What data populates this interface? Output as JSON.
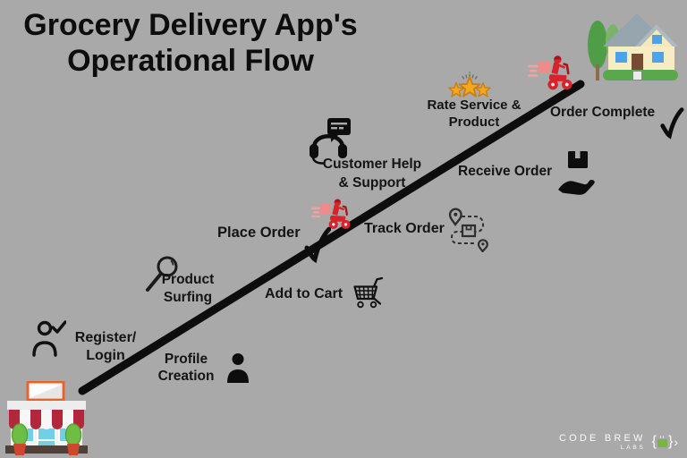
{
  "title": {
    "line1": "Grocery Delivery App's",
    "line2": "Operational Flow"
  },
  "steps": [
    {
      "name": "register-login",
      "label": "Register/\nLogin"
    },
    {
      "name": "profile-creation",
      "label": "Profile\nCreation"
    },
    {
      "name": "product-surfing",
      "label": "Product\nSurfing"
    },
    {
      "name": "add-to-cart",
      "label": "Add to Cart"
    },
    {
      "name": "place-order",
      "label": "Place Order"
    },
    {
      "name": "customer-help",
      "label": "Customer Help\n& Support"
    },
    {
      "name": "track-order",
      "label": "Track Order"
    },
    {
      "name": "receive-order",
      "label": "Receive Order"
    },
    {
      "name": "rate-service",
      "label": "Rate Service &\nProduct"
    },
    {
      "name": "order-complete",
      "label": "Order Complete"
    }
  ],
  "logo": {
    "name": "CODE BREW",
    "sub": "LABS",
    "brace_left": "{",
    "brace_right": "}",
    "arrow": "›"
  },
  "colors": {
    "background": "#a9a9a9",
    "line": "#0d0d0d",
    "scooter_red": "#d8232a",
    "scooter_box": "#ee8c8c",
    "star_gold": "#f5a81c",
    "awning_red": "#b3273d",
    "storefront_blue": "#6fd0e8",
    "house_wall": "#f8ecc3",
    "house_roof": "#97a5ae",
    "grass_green": "#5aa84b",
    "logo_green": "#7cb342"
  }
}
